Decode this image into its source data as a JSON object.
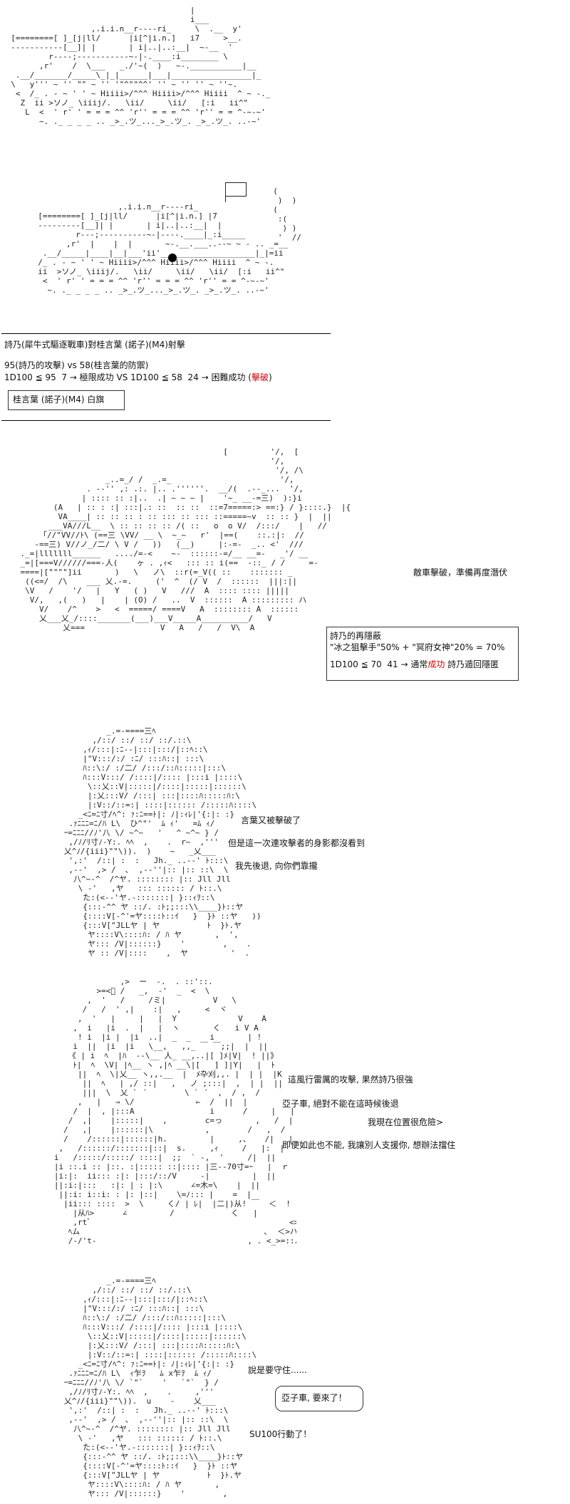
{
  "tank1_art": "                                        |\n                                        i___\n                   ,.i.i.n__r----ri_     \\  .__  y'\n  [========[ ]_[j|ll/      |i[^|i.n.]   i7     >__.\n  -----------[__]| |       | i|..|..:__|  ~-__  '\n          r----;-----------~-|-.____:i________ \\\n        ,r'    /  \\___   _./'~(  )   ~-.___________|__\n   .__/_______/_____\\_|_|______|___|_________________|_\n  \\   y''' ~ '' \"\" ~ '' '\"^\"\"^^' '' ~ '' '' ~ ''~.\n   <  /_ . - ~ ' ' ~ Hiiii>/^^^ Hiiii>/^^^ Hiiii  ^ ~ -._\n    Z  ii >ソノ_ \\iiij/.   \\ii/     \\ii/   [:i   ii^\"\n     L  <  ' r' ' = = = ^^ 'r'' = = = ^^ 'r'' = = ^-~-~'\n        ~. ._ _ _ _ .. _>_.ツ_..._>_.ツ_. _>_.ツ_. ..-~'",
  "tank2_art": "\n\n                   ,.i.i.n__r----ri_\n  [========[ ]_[j|ll/      |i[^|i.n.] |7\n  ---------[__]| |       | i|..|..:__|  |\n          r---;----------~-|----.____|_:i_____\n        ,r'  |    |  |       ~-.__.___..--~ ~ - .. _=__\n   .__/_____|____|__|___'ii'____________________|_|=ii\n  /_ . - ~ ' ' ~ Hiiii>/^^^ Hiiii>/^^^ Hiiii  ^ ~ -.\n  ii  >ソノ_ \\iiij/.   \\ii/     \\ii/   \\ii/  [:i   ii^\"\n   <  ' r' ' = = = ^^ 'r'' = = = ^^ 'r'' = = ^-~-~'\n    ~. ._ _ _ _ .. _>_.ツ_..._>_.ツ_. _>_.ツ_. ..-~'",
  "smoke_art": "  (\n   )  )\n  (\n   :(\n    ) )\n   '  //",
  "battle_block": {
    "title": "詩乃(犀牛式驅逐戰車)對桂言葉 (諾子)(M4)射擊",
    "line1": "95(詩乃的攻擊) vs 58(桂言葉的防禦)",
    "line2_prefix": "1D100 ≦ 95  7 → 極限成功 VS 1D100 ≦ 58  24 → 困難成功 (",
    "line2_red": "擊破",
    "line2_suffix": ")",
    "white_flag": "桂言葉 (諾子)(M4) 白旗"
  },
  "scene2_art": "                                               [         '/,  [\n                                                         '/,\n                                                          '/, /\\\n                      _..=_/ /  _.=_                       '/,\n                  . --'' ,: .:. |.. .''''''.  __/(  .--_...  '/,\n                 | :::: :: :|..  .| ~ ~ ~ |    '~_ __-=三)  ):}i\n           (A   | :: : :| :::|.: ::  :: ::  ::=7=====:> ==:} / }::::.}  |{\n            VA____| :: :: :: : :: ::: :: ::: ::=====~v  :: :: }  |  ||\n          ___VA///L__  \\ :: :: :: :: /( ::   o  o V/  /:::/    |   //\n        「//\"VV//ﾄ\\ (==三 \\VV/ __ \\  ~_~   r'  |==(    ::.:|:  //\n       -==三) V//ノ_/二/ \\ V /   ))   (__)     |:-=-  _.. <'  ///\n    ._=|lllllll______   ..../=-<    ~-  ::::::-=/__ __=-   _'/ __\n    _=|[===V//////===-人(    ヶ . ,ｨ<   ::: :: i(==  -::_ / /     =-\n    ====|[\"\"\"\"]ii       )   \\   ノ\\  ::r(=_V(( ::    ::::::: _\n     ((<=/  /\\    ___ 乂.-=.     ('  ^  (/ V  /  ::::::  |||:||\n     \\V   /    '/   |   Y   ( )   V   ///  A  :::: :::: |||||\n      V/,   ,(   )   |    | (O) /   ..  V  ::::::  A ::::::::: ハ\n        V/    /^    >   <  =====/ ====V   A  :::::::: A  ::::::\n        乂___乂_/::::_______(___)___V_____A__________/   V\n             乂===                V   A   /   /  V\\  A",
  "scene2_caption": "敵車擊破，準備再度潛伏",
  "stealth_box": {
    "line1": "詩乃的再隱蔽",
    "line2": "\"冰之狙擊手\"50% + \"冥府女神\"20% = 70%",
    "line3_prefix": "1D100 ≦ 70  41 → 通常",
    "line3_red": "成功",
    "line3_suffix": " 詩乃遁回隱匿"
  },
  "girl1_art": "               _.=-====三ﾍ\n            ,/::/ ::/ ::/ ::/.::\\\n          ,ｨ/:::|:ﾆ--|:::|:::/|::ﾍ::\\\n          |\"V:::/:/ :ﾆ/ :::ﾊ::| :::\\\n          ﾊ::\\:/ :/二/ /:::/::ﾊ:::::|:::\\\n          ﾊ:::V:::/ /::::|/:::: |:::i |::::\\\n           \\::乂::V|:::::|/::::|:::::|::::::\\\n           |:乂:::V/ /:::| :::|::::ﾊ:::::ﾊ:\\\n           |:V::/::=:| ::::|:::::: /:::::ﾊ::::\\\n         _<ﾆ=ﾆ寸/ﾍ^: ｧ:ﾆ==ﾄ|: ﾉ|:ｨﾚ|'{:|: :}\n       .ｧﾆﾆﾆ=ﾆ/ﾊ L\\  ひ^\"'  ﾑ ｨ'   =ﾑ ｨ/\n      ｰ=ﾆﾆﾆ//ﾉ'八 \\/ ~^~   '   ^ ~^~ } /\n       ,/ﾉ/ﾘ寸ﾉ-Y:. ﾍﾍ  ,    .  r~  ,'''\n      乂^ﾉ/{iii}\"\"\\)).  )    ~   _乂___\n       ',:'  /::| :  :   Jh._ ..--' ﾄ:::\\\n       ,--'  ,> /  ､  ,--''|:: |:: ::\\  \\\n        八^~-^  /^ヤ. :::::::: |:: Jll Jll\n         \\ -'   ,ヤ   ::: :::::: / ﾄ::.\\\n          た:(<--'ヤ.-:::::::| }::ｨｦ::\\\n          {:::-^^ ヤ ::/. :ﾄ;;:::\\\\____}ﾄ::ヤ\n          {::::V[-^'=ヤ::::ﾄ::ｲ   }  }ﾄ ::ヤ   ))\n          {:::V[\"JLLヤ | ヤ          ﾄ  }ﾄ.ヤ\n           ヤ::::V\\::::ﾊ: / ﾊ ヤ       ,  ',          ]ﾄ\n           ヤ::: /V|::::::}    '        ,    .\n           ヤ :: /V|::::    ,  ヤ         '  .       '.",
  "girl1_lines": [
    "言葉又被擊破了",
    "但是這一次連攻擊者的身影都沒看到",
    "我先後退, 向你們靠攏"
  ],
  "girl2_art": "                 ,>  ー  ‐.  . ::'::.\n            >=<ﾞ /   _,  ‐'  _  <  \\\n          ,  '   /     /ミ|          V   \\\n         /   /  ' ,|    :|   ,     <  ヾ\n        ,  '   |     |   |  Y             V    A\n       ,  i   |i  .  |   |  ヽ       く   i V A\n        ! i  |i |  |i  ..|  _  _    i       | !\n       i  ||  |i  |i   \\__,   ,,_ ￣ ￣;;|  |  ||\n      《 | i  ﾍ  |ﾊ  --\\__ 人_ __,..|[ ]ﾒ|V|  ! ||》\n       ﾄ|  ﾍ  \\V| |ﾍ__ ヽ ,|ﾍ __\\|[   ] ]|Y|   |  ﾄ\n        ||  ﾍ  \\|乂__ ヽ,,.__  |  ﾒ卆刈,,. |  | |  |K\n         ||  ﾍ   | ,/ ::|   ,   ノ ;:::|  ,  | |  ||\n         |||  \\  乂 ` ´        \\ ` ´  ,  / ,  /\n        ,   |   ⇒ \\/             ⇐  /  ||  |\n       /  |  , |:::A                i      /     |   |\n      /  ,|    |:::::|    ,        c=っ       ,   /  |  ||\n     /   ,|    |::::::|\\           ,        /   ,  /\n     /    /::::::|::::::|h.         |     ,、   /|   |\n    ,   /::::::/:::::::|::|  s.     ,ｨ     /   |:  |\n   i   /:::::/:::::/ ::::|  ;;  ` -,  '     /|  ||\n   |i ::.i :: |::. :|::::: ::|:::: |三--70寸=ｰ   |  ｒ\n   |i:|:  ii::: :|: |:::/::/V     -|         |  ||\n   ||:i:|:::   :|: | : |:\\      ∠=木=\\    |  ||\n    ||:i: i::i: : |: |::|    \\=ﾉ::: |    =  |\n     |ii::: ::::  >  \\     く/ | ﾚ|  |二|)从! ￣  ＜  !\n       |从ﾊ>      ∠         /            く   |\n       ,rtﾞ                                          <>\n      ﾍム                                       ､  ＜>ハ\n      /‐/'t‐                                , . <_>=::ハ",
  "girl2_lines": [
    "這風行雷厲的攻擊, 果然詩乃很強",
    "亞子車, 絕對不能在這時候後退",
    "我現在位置很危險>",
    "即便如此也不能, 我讓別人支援你, 想辦法擋住"
  ],
  "girl3_art": "               _.=-====三ﾍ\n            ,/::/ ::/ ::/ ::/.::\\\n          ,ｨ/:::|:ﾆ--|:::|:::/|::ﾍ::\\\n          |\"V:::/:/ :ﾆ/ :::ﾊ::| :::\\\n          ﾊ::\\:/ :/二/ /:::/::ﾊ:::::|:::\\\n          ﾊ:::V:::/ /::::|/:::: |:::i |::::\\\n           \\::乂::V|:::::|/::::|:::::|::::::\\\n           |:乂:::V/ /:::| :::|::::ﾊ:::::ﾊ:\\\n           |:V::/::=:| ::::|:::::: /:::::ﾊ::::\\\n         _<ﾆ=ﾆ寸/ﾍ^: ｧ:ﾆ==ﾄ|: ﾉ|:ｨﾚ|'{:|: :}\n       .ｧﾆﾆﾆ=ﾆ/ﾊ L\\  ｨ乍ｦ   ﾑ x乍ｦ  ﾑ ｨ/\n      ｰ=ﾆﾆﾆ//ﾉ'八 \\/ `\"`    '   `\"`  } /\n       ,/ﾉ/ﾘ寸ﾉ-Y:. ﾍﾍ  ,    .     ,'''\n      乂^ﾉ/{iii}\"\"\\)).  u    -    乂___\n       ',:'  /::| :  :   Jh._ ..--' ﾄ:::\\\n       ,--'  ,> /  ､  ,--''|:: |:: ::\\  \\\n        八^~-^  /^ヤ. :::::::: |:: Jll Jll\n         \\ -'   ,ヤ   ::: :::::: / ﾄ::.\\\n          た:(<--'ヤ.-:::::::| }::ｨｦ::\\\n          {:::-^^ ヤ ::/. :ﾄ;;:::\\\\____}ﾄ::ヤ\n          {::::V[-^'=ヤ::::ﾄ::ｲ   }  }ﾄ ::ヤ\n          {:::V[\"JLLヤ | ヤ          ﾄ  }ﾄ.ヤ\n           ヤ::::V\\::::ﾊ: / ﾊ ヤ       ,\n           ヤ::: /V|::::::}    '        ,",
  "girl3_lines": {
    "top": "說是要守住......",
    "bubble": "亞子車, 要來了！",
    "bottom": "SU100行動了！"
  }
}
